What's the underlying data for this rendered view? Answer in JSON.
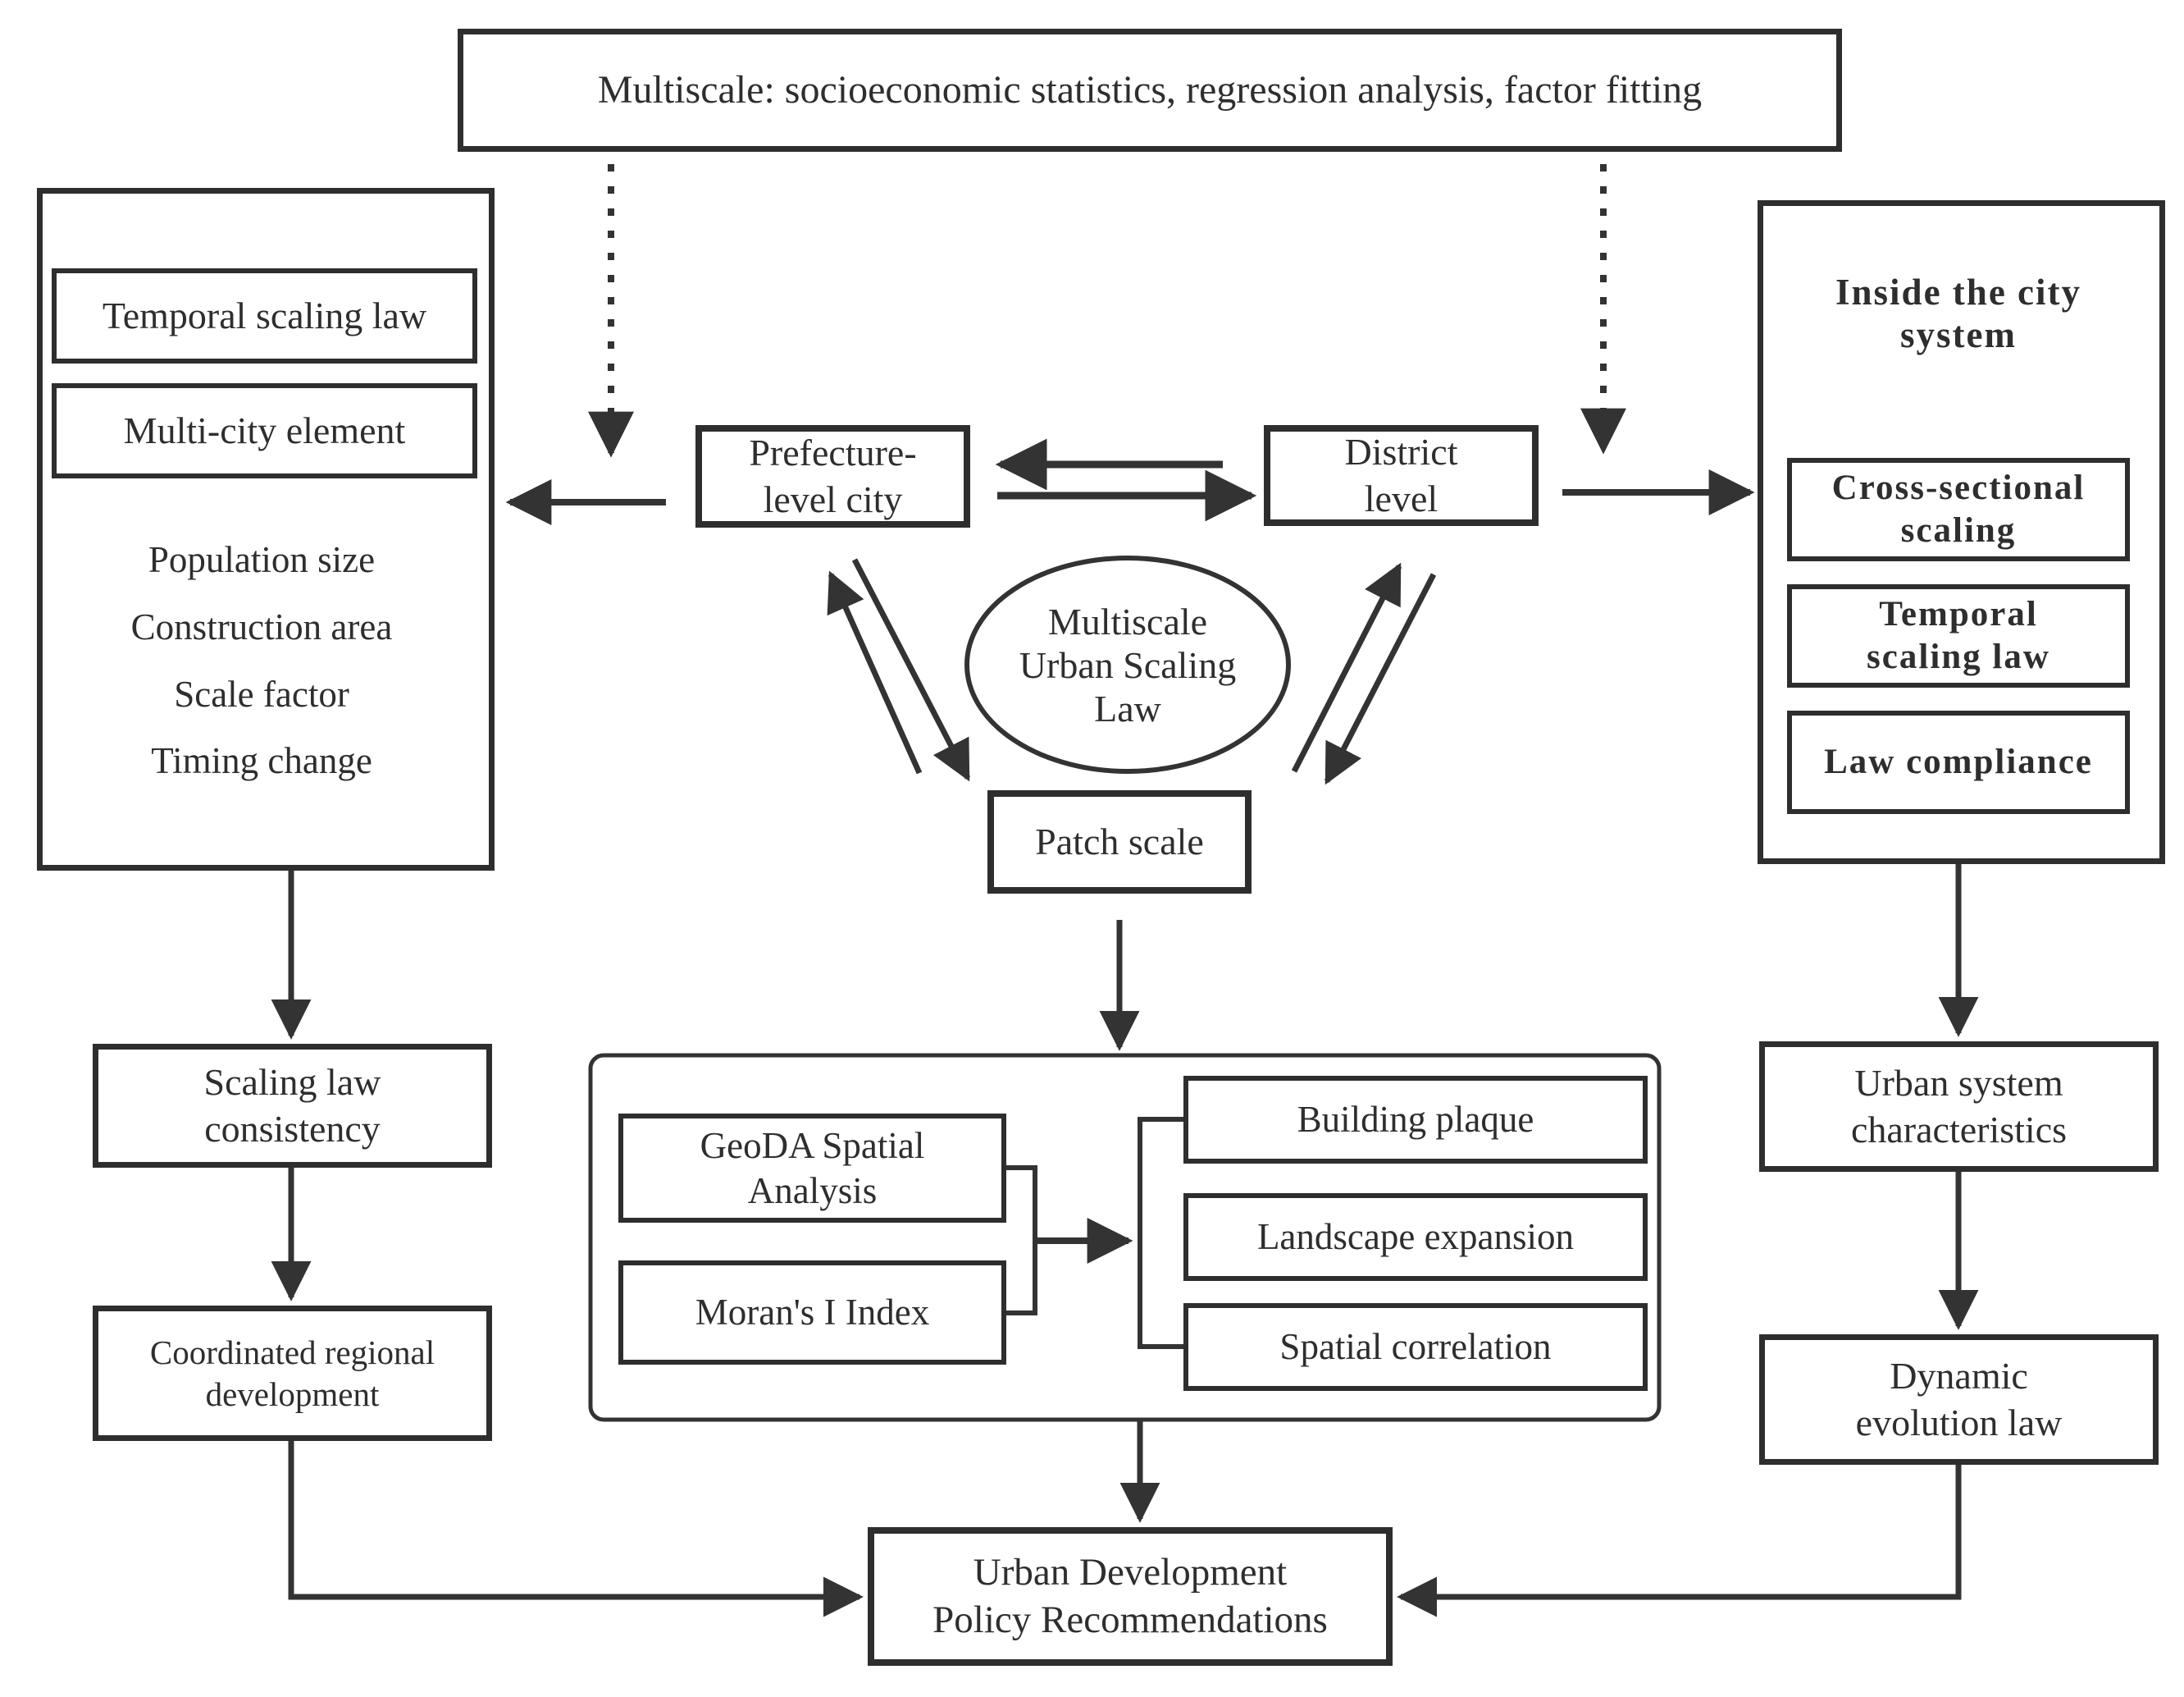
{
  "colors": {
    "ink": "#2e2e2e",
    "line": "#333333",
    "background": "#ffffff"
  },
  "banner": {
    "text": "Multiscale: socioeconomic statistics, regression analysis, factor fitting"
  },
  "left_panel": {
    "temporal_scaling_law": "Temporal scaling law",
    "multi_city_element": "Multi-city element",
    "factors": [
      "Population size",
      "Construction area",
      "Scale factor",
      "Timing change"
    ]
  },
  "center": {
    "prefecture_level_city": "Prefecture-\nlevel city",
    "district_level": "District\nlevel",
    "multiscale_urban_scaling_law": "Multiscale\nUrban Scaling\nLaw",
    "patch_scale": "Patch scale"
  },
  "right_panel": {
    "inside_the_city_system": "Inside the city\nsystem",
    "cross_sectional_scaling": "Cross-sectional\nscaling",
    "temporal_scaling_law": "Temporal\nscaling law",
    "law_compliance": "Law compliance"
  },
  "analysis_group": {
    "geoda_spatial_analysis": "GeoDA Spatial\nAnalysis",
    "morans_i_index": "Moran's I Index",
    "building_plaque": "Building plaque",
    "landscape_expansion": "Landscape expansion",
    "spatial_correlation": "Spatial correlation"
  },
  "left_flow": {
    "scaling_law_consistency": "Scaling law\nconsistency",
    "coordinated_regional_development": "Coordinated regional\ndevelopment"
  },
  "right_flow": {
    "urban_system_characteristics": "Urban system\ncharacteristics",
    "dynamic_evolution_law": "Dynamic\nevolution law"
  },
  "outcome": {
    "urban_development_policy_recommendations": "Urban Development\nPolicy Recommendations"
  }
}
